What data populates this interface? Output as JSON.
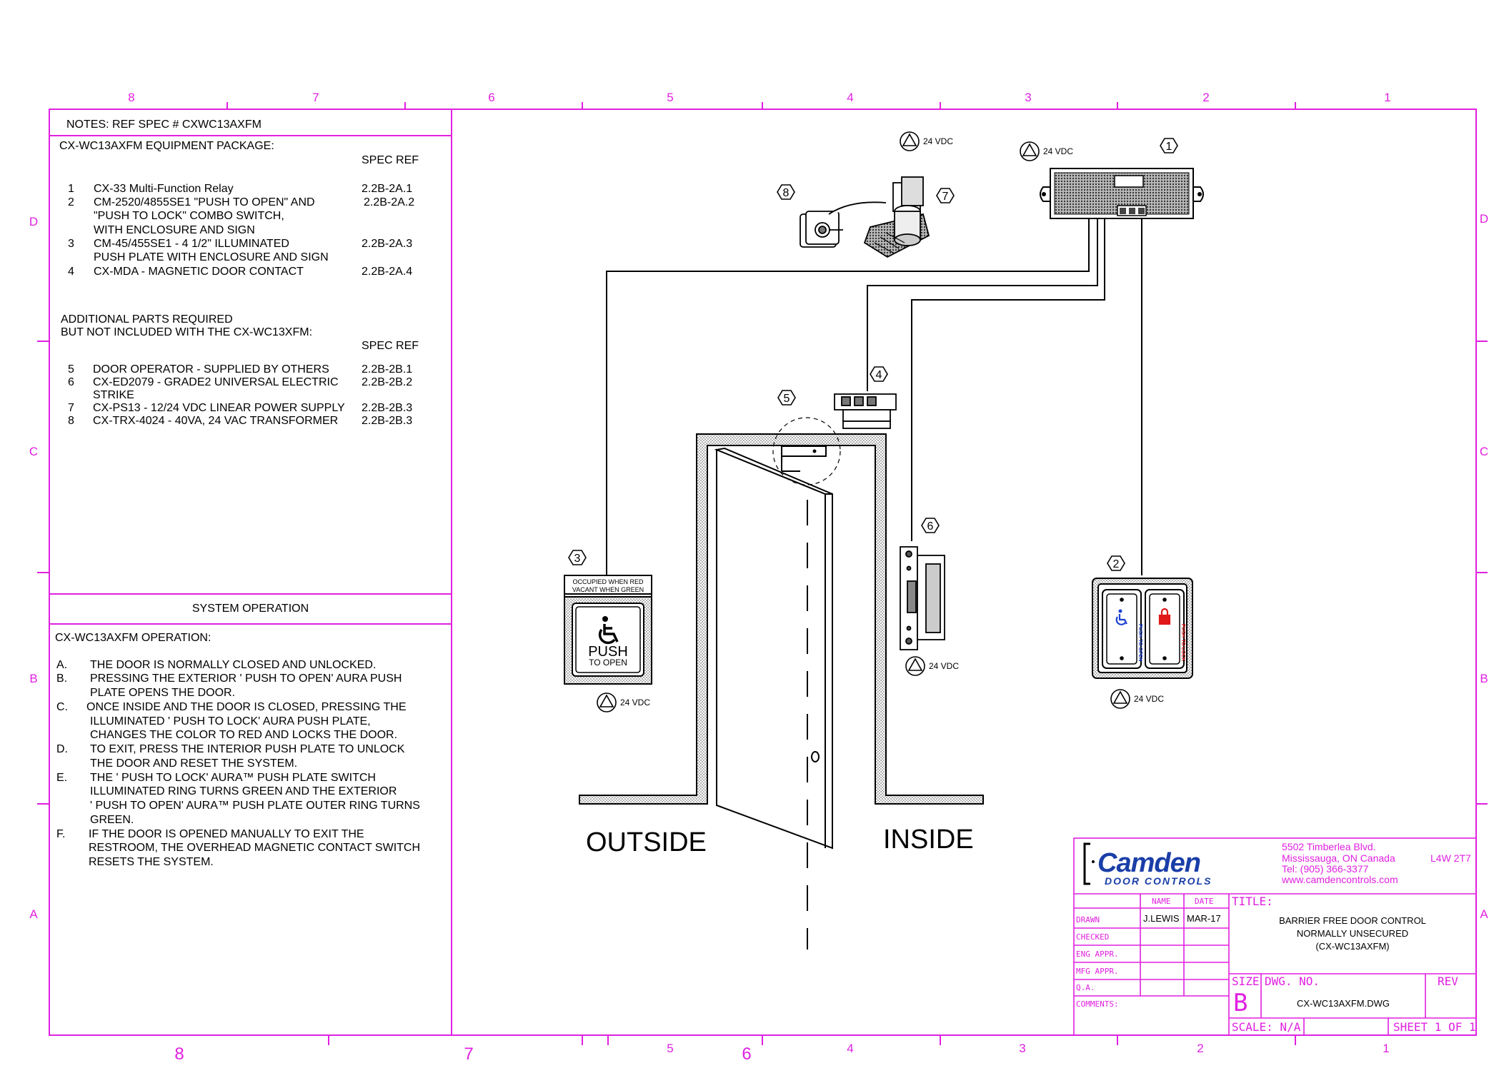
{
  "border_color": "#e020e0",
  "zones_top": [
    "8",
    "7",
    "6",
    "5",
    "4",
    "3",
    "2",
    "1"
  ],
  "zones_bottom": [
    "8",
    "7",
    "6",
    "5",
    "4",
    "3",
    "2",
    "1"
  ],
  "zones_side": [
    "D",
    "C",
    "B",
    "A"
  ],
  "notes": {
    "heading": "NOTES:  REF SPEC # CXWC13AXFM",
    "package_title": "CX-WC13AXFM EQUIPMENT PACKAGE:",
    "spec_ref_label": "SPEC REF",
    "items": [
      {
        "num": "1",
        "text": "CX-33 Multi-Function Relay",
        "ref": "2.2B-2A.1"
      },
      {
        "num": "2",
        "text": "CM-2520/4855SE1 \"PUSH TO OPEN\" AND",
        "ref": "2.2B-2A.2"
      },
      {
        "num": "",
        "text": "\"PUSH TO LOCK\" COMBO SWITCH,",
        "ref": ""
      },
      {
        "num": "",
        "text": " WITH ENCLOSURE AND SIGN",
        "ref": ""
      },
      {
        "num": "3",
        "text": "CM-45/455SE1 - 4 1/2\" ILLUMINATED",
        "ref": "2.2B-2A.3"
      },
      {
        "num": "",
        "text": "PUSH PLATE WITH ENCLOSURE AND SIGN",
        "ref": ""
      },
      {
        "num": "4",
        "text": "CX-MDA - MAGNETIC DOOR CONTACT",
        "ref": "2.2B-2A.4"
      }
    ],
    "additional_title_1": "ADDITIONAL PARTS REQUIRED",
    "additional_title_2": "BUT NOT INCLUDED WITH THE CX-WC13XFM:",
    "additional_spec_ref_label": "SPEC REF",
    "additional_items": [
      {
        "num": "5",
        "text": "DOOR OPERATOR - SUPPLIED BY OTHERS",
        "ref": "2.2B-2B.1"
      },
      {
        "num": "6",
        "text": "CX-ED2079 - GRADE2 UNIVERSAL ELECTRIC",
        "ref": "2.2B-2B.2"
      },
      {
        "num": "",
        "text": "STRIKE",
        "ref": ""
      },
      {
        "num": "7",
        "text": "CX-PS13 - 12/24 VDC LINEAR POWER SUPPLY",
        "ref": "2.2B-2B.3"
      },
      {
        "num": "8",
        "text": "CX-TRX-4024 - 40VA, 24 VAC TRANSFORMER",
        "ref": "2.2B-2B.3"
      }
    ]
  },
  "operation": {
    "section_title": "SYSTEM OPERATION",
    "title": "CX-WC13AXFM OPERATION:",
    "lines": [
      {
        "letter": "A.",
        "text": "THE DOOR IS NORMALLY CLOSED AND UNLOCKED."
      },
      {
        "letter": "B.",
        "text": "PRESSING THE EXTERIOR ' PUSH TO OPEN' AURA PUSH"
      },
      {
        "letter": "",
        "text": "PLATE OPENS THE DOOR."
      },
      {
        "letter": "C.",
        "text": " ONCE INSIDE AND THE DOOR IS CLOSED, PRESSING THE"
      },
      {
        "letter": "",
        "text": "ILLUMINATED ' PUSH TO LOCK' AURA PUSH PLATE,"
      },
      {
        "letter": "",
        "text": "CHANGES THE COLOR TO RED AND LOCKS THE DOOR."
      },
      {
        "letter": "D.",
        "text": "TO EXIT, PRESS THE INTERIOR PUSH PLATE TO UNLOCK"
      },
      {
        "letter": "",
        "text": "THE DOOR AND RESET THE SYSTEM."
      },
      {
        "letter": "E.",
        "text": "THE ' PUSH TO LOCK' AURA™ PUSH PLATE SWITCH"
      },
      {
        "letter": "",
        "text": "ILLUMINATED RING TURNS GREEN AND THE EXTERIOR"
      },
      {
        "letter": "",
        "text": "' PUSH TO OPEN' AURA™ PUSH PLATE OUTER RING TURNS"
      },
      {
        "letter": "",
        "text": "GREEN."
      },
      {
        "letter": "F.",
        "text": "IF THE DOOR IS OPENED MANUALLY TO EXIT THE"
      },
      {
        "letter": "",
        "text": "RESTROOM, THE OVERHEAD MAGNETIC CONTACT SWITCH"
      },
      {
        "letter": "",
        "text": "RESETS THE SYSTEM."
      }
    ]
  },
  "diagram": {
    "voltage_label": "24 VDC",
    "callouts": [
      "1",
      "2",
      "3",
      "4",
      "5",
      "6",
      "7",
      "8"
    ],
    "outside_label": "OUTSIDE",
    "inside_label": "INSIDE",
    "plate3_sign_line1": "OCCUPIED WHEN RED",
    "plate3_sign_line2": "VACANT WHEN GREEN",
    "plate3_push": "PUSH",
    "plate3_to_open": "TO OPEN",
    "switch_left_text": "PUSH TO OPEN",
    "switch_right_text": "PUSH TO LOCK"
  },
  "title_block": {
    "company": "Camden",
    "company_sub": "DOOR CONTROLS",
    "address_1": "5502 Timberlea Blvd.",
    "address_2": "Mississauga, ON  Canada",
    "postal": "L4W 2T7",
    "phone": "Tel: (905) 366-3377",
    "website": "www.camdencontrols.com",
    "name_header": "NAME",
    "date_header": "DATE",
    "rows": [
      "DRAWN",
      "CHECKED",
      "ENG APPR.",
      "MFG APPR.",
      "Q.A.",
      "COMMENTS:"
    ],
    "drawn_name": "J.LEWIS",
    "drawn_date": "MAR-17",
    "title_label": "TITLE:",
    "title_line1": "BARRIER FREE DOOR CONTROL",
    "title_line2": "NORMALLY UNSECURED",
    "title_line3": "(CX-WC13AXFM)",
    "size_label": "SIZE",
    "size_value": "B",
    "dwg_label": "DWG.  NO.",
    "dwg_value": "CX-WC13AXFM.DWG",
    "rev_label": "REV",
    "scale_label": "SCALE: N/A",
    "sheet_label": "SHEET 1 OF 1",
    "brand_color": "#1a3ea8"
  }
}
